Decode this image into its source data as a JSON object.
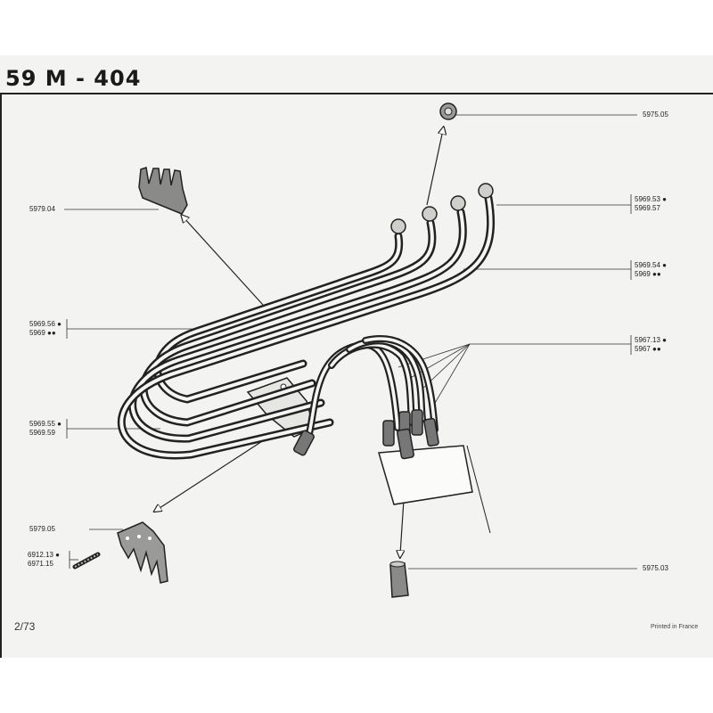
{
  "header": {
    "title": "59 M - 404"
  },
  "callouts": {
    "cap_top": [
      "5975.05"
    ],
    "bracket_top": [
      "5979.04"
    ],
    "long_lead": [
      "5969.53 ●",
      "5969.57"
    ],
    "second_lead": [
      "5969.54 ●",
      "5969 ●●"
    ],
    "loop_lead": [
      "5969.56 ●",
      "5969 ●●"
    ],
    "short_leads": [
      "5967.13 ●",
      "5967 ●●"
    ],
    "outer_loop": [
      "5969.55 ●",
      "5969.59"
    ],
    "bracket_bottom": [
      "5979.05"
    ],
    "screw": [
      "6912.13 ●",
      "6971.15"
    ],
    "boot": [
      "5975.03"
    ]
  },
  "footer": {
    "page": "2/73",
    "imprint": "Printed in France"
  }
}
